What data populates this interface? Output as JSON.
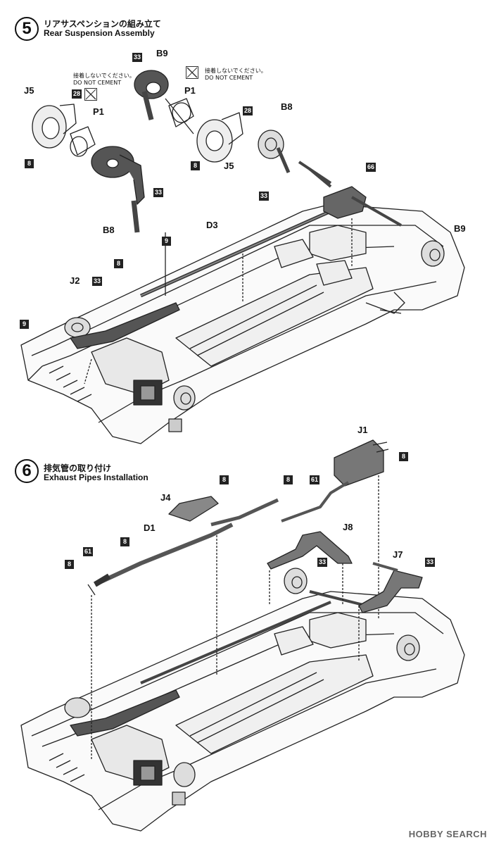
{
  "step5": {
    "number": "5",
    "title_jp": "リアサスペンションの組み立て",
    "title_en": "Rear Suspension Assembly",
    "do_not_cement_jp": "接着しないでください。",
    "do_not_cement_en": "DO NOT CEMENT",
    "labels": {
      "b9_top": "B9",
      "p1_left": "P1",
      "p1_right": "P1",
      "j5_left": "J5",
      "j5_right": "J5",
      "b8_top": "B8",
      "b8_left": "B8",
      "b9_right": "B9",
      "d3": "D3",
      "j2": "J2"
    },
    "boxes": {
      "b33a": "33",
      "b28a": "28",
      "b8a": "8",
      "b33b": "33",
      "b28b": "28",
      "b8b": "8",
      "b66": "66",
      "b33c": "33",
      "b9a": "9",
      "b8c": "8",
      "b33d": "33",
      "b9b": "9"
    }
  },
  "step6": {
    "number": "6",
    "title_jp": "排気管の取り付け",
    "title_en": "Exhaust Pipes Installation",
    "labels": {
      "j1": "J1",
      "j4": "J4",
      "d1": "D1",
      "j8": "J8",
      "j7": "J7"
    },
    "boxes": {
      "b8a": "8",
      "b8b": "8",
      "b8c": "8",
      "b61a": "61",
      "b8d": "8",
      "b61b": "61",
      "b8e": "8",
      "b33a": "33",
      "b33b": "33"
    }
  },
  "footer": {
    "text": "HOBBY SEARCH"
  }
}
